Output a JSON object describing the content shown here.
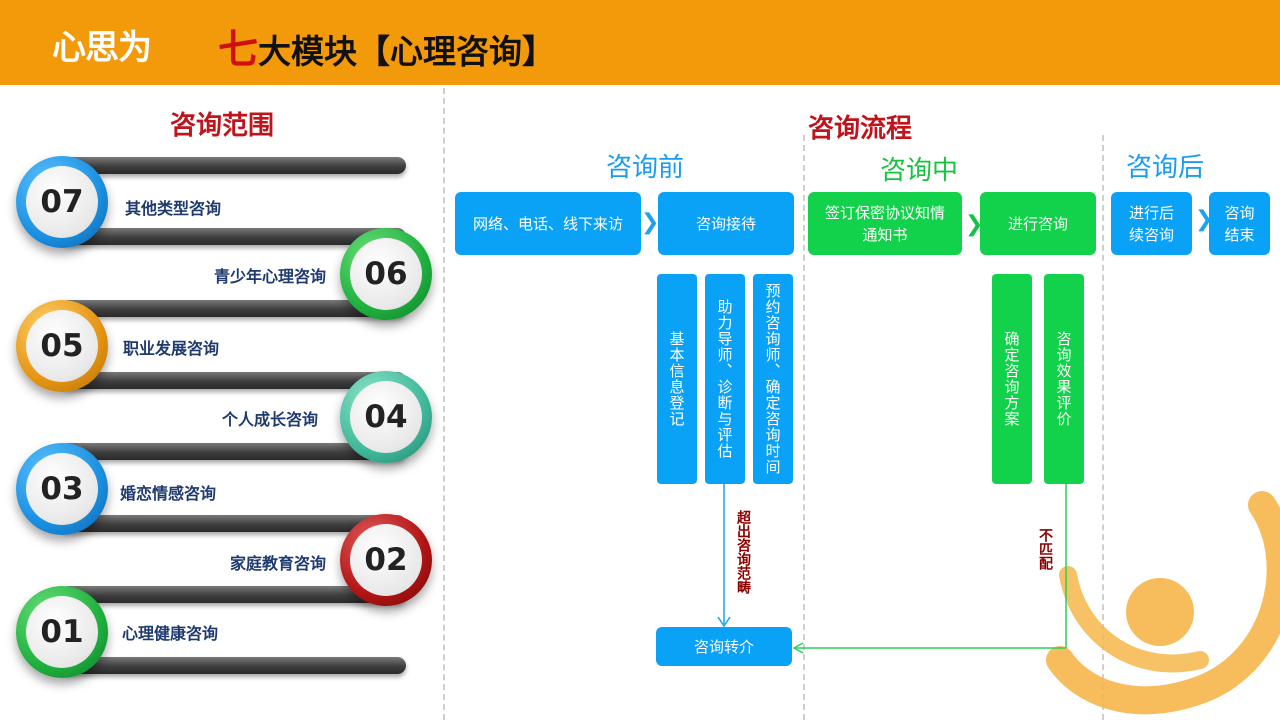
{
  "header": {
    "logo": "心思为",
    "title_accent": "七",
    "title_rest": "大模块【心理咨询】",
    "background": "#f39a0a"
  },
  "left": {
    "title": "咨询范围",
    "items": [
      {
        "num": "07",
        "label": "其他类型咨询",
        "color": "#1a8fe0"
      },
      {
        "num": "06",
        "label": "青少年心理咨询",
        "color": "#1faf3e"
      },
      {
        "num": "05",
        "label": "职业发展咨询",
        "color": "#e49412"
      },
      {
        "num": "04",
        "label": "个人成长咨询",
        "color": "#3fb89a"
      },
      {
        "num": "03",
        "label": "婚恋情感咨询",
        "color": "#1a8fe0"
      },
      {
        "num": "02",
        "label": "家庭教育咨询",
        "color": "#b01414"
      },
      {
        "num": "01",
        "label": "心理健康咨询",
        "color": "#1faf3e"
      }
    ]
  },
  "right": {
    "title": "咨询流程",
    "phases": {
      "before": "咨询前",
      "during": "咨询中",
      "after": "咨询后"
    },
    "boxes": {
      "visit": "网络、电话、线下来访",
      "reception": "咨询接待",
      "sign": "签订保密协议知情通知书",
      "ongoing": "进行咨询",
      "follow": "进行后续咨询",
      "end": "咨询结束",
      "referral": "咨询转介"
    },
    "vboxes": {
      "register": "基本信息登记",
      "diagnose": "助力导师、诊断与评估",
      "appoint": "预约咨询师、确定咨询时间",
      "plan": "确定咨询方案",
      "evaluate": "咨询效果评价"
    },
    "notes": {
      "beyond": "超出咨询范畴",
      "mismatch": "不匹配"
    },
    "chevron": "❯"
  }
}
